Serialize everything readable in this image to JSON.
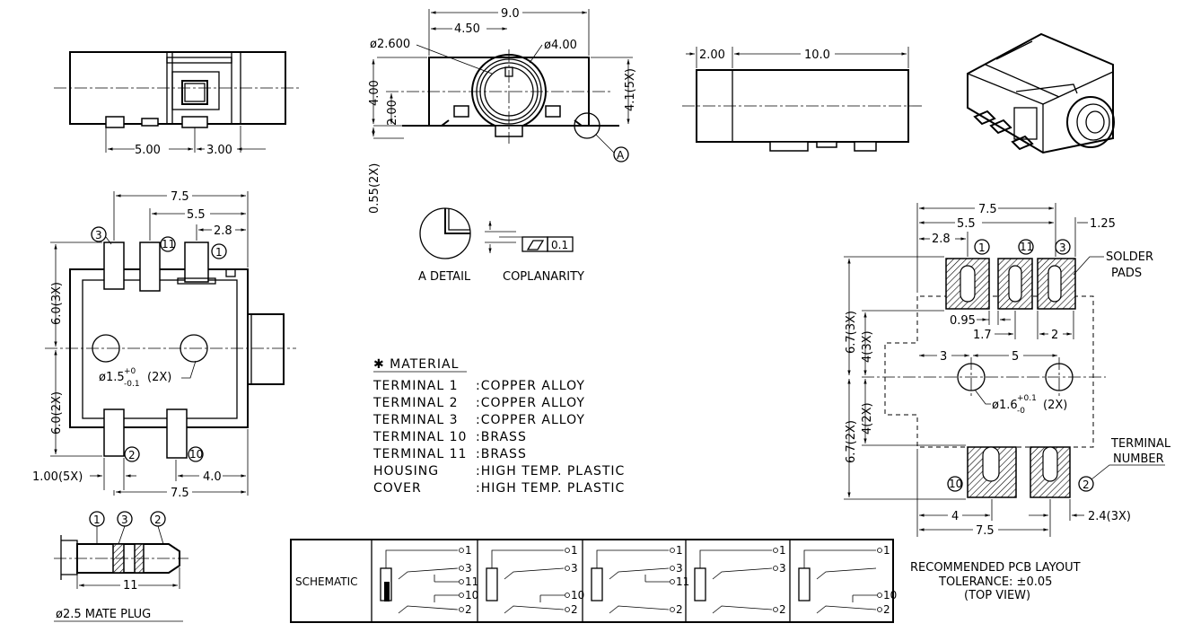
{
  "top_side": {
    "dim_a": "5.00",
    "dim_b": "3.00"
  },
  "front": {
    "dim_width": "9.0",
    "dim_half": "4.50",
    "dia_inner": "ø2.600",
    "dia_outer": "ø4.00",
    "dim_h1": "4.00",
    "dim_h2": "2.00",
    "dim_h3": "4.1(5X)",
    "dim_leg": "0.55(2X)",
    "detail_marker": "A"
  },
  "side": {
    "dim_a": "2.00",
    "dim_b": "10.0"
  },
  "detail": {
    "label_a": "A DETAIL",
    "label_b": "COPLANARITY",
    "tol_value": "0.1"
  },
  "plan": {
    "dim_top1": "7.5",
    "dim_top2": "5.5",
    "dim_top3": "2.8",
    "pin_top_left": "3",
    "pin_top_mid": "11",
    "pin_top_right": "1",
    "dim_left1": "6.0(3X)",
    "dim_left2": "6.0(2X)",
    "hole_label": "ø1.5",
    "hole_tol_upper": "+0",
    "hole_tol_lower": "-0.1",
    "hole_count": "(2X)",
    "pin_bot_left": "2",
    "pin_bot_right": "10",
    "dim_bot1": "1.00(5X)",
    "dim_bot2": "4.0",
    "dim_bot3": "7.5"
  },
  "material": {
    "title": "✱ MATERIAL",
    "rows": [
      {
        "item": "TERMINAL  1",
        "material": ":COPPER  ALLOY"
      },
      {
        "item": "TERMINAL  2",
        "material": ":COPPER  ALLOY"
      },
      {
        "item": "TERMINAL  3",
        "material": ":COPPER  ALLOY"
      },
      {
        "item": "TERMINAL  10",
        "material": ":BRASS"
      },
      {
        "item": "TERMINAL  11",
        "material": ":BRASS"
      },
      {
        "item": "HOUSING",
        "material": ":HIGH  TEMP.  PLASTIC"
      },
      {
        "item": "COVER",
        "material": ":HIGH  TEMP.  PLASTIC"
      }
    ]
  },
  "plug": {
    "num1": "1",
    "num3": "3",
    "num2": "2",
    "dim_len": "11",
    "caption": "ø2.5  MATE PLUG"
  },
  "schematic": {
    "label": "SCHEMATIC",
    "pin1": "1",
    "pin3": "3",
    "pin11": "11",
    "pin10": "10",
    "pin2": "2"
  },
  "pcb": {
    "dim_top1": "7.5",
    "dim_top2": "5.5",
    "dim_top3": "2.8",
    "dim_top4": "1.25",
    "pin_a": "1",
    "pin_b": "11",
    "pin_c": "3",
    "pin_d": "10",
    "pin_e": "2",
    "solder_label_1": "SOLDER",
    "solder_label_2": "PADS",
    "dim_095": "0.95",
    "dim_17": "1.7",
    "dim_2": "2",
    "dim_3": "3",
    "dim_5": "5",
    "dim_left1": "6.7(3X)",
    "dim_left2": "4(3X)",
    "dim_left3": "4(2X)",
    "dim_left4": "6.7(2X)",
    "hole_label": "ø1.6",
    "hole_tol_upper": "+0.1",
    "hole_tol_lower": "-0",
    "hole_count": "(2X)",
    "term_label_1": "TERMINAL",
    "term_label_2": "NUMBER",
    "dim_bot1": "4",
    "dim_bot2": "7.5",
    "dim_bot3": "2.4(3X)",
    "caption_1": "RECOMMENDED  PCB  LAYOUT",
    "caption_2": "TOLERANCE: ±0.05",
    "caption_3": "(TOP  VIEW)"
  }
}
